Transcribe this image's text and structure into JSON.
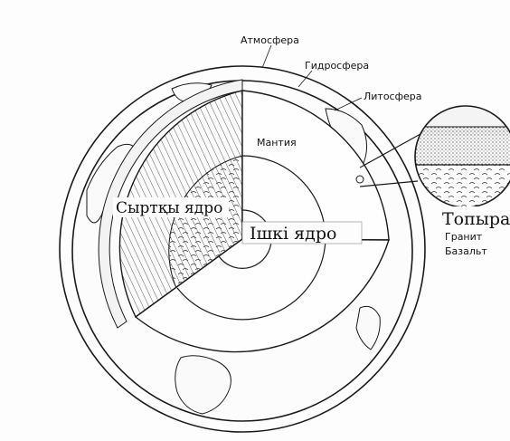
{
  "diagram": {
    "labels": {
      "atmosphere": "Атмосфера",
      "hydrosphere": "Гидросфера",
      "lithosphere": "Литосфера",
      "mantle": "Мантия",
      "outer_core": "Сыртқы ядро",
      "inner_core": "Ішкі ядро",
      "soil": "Топыра",
      "granite": "Гранит",
      "basalt": "Базальт"
    },
    "colors": {
      "ink": "#1a1a1a",
      "paper": "#fdfdfd"
    }
  }
}
